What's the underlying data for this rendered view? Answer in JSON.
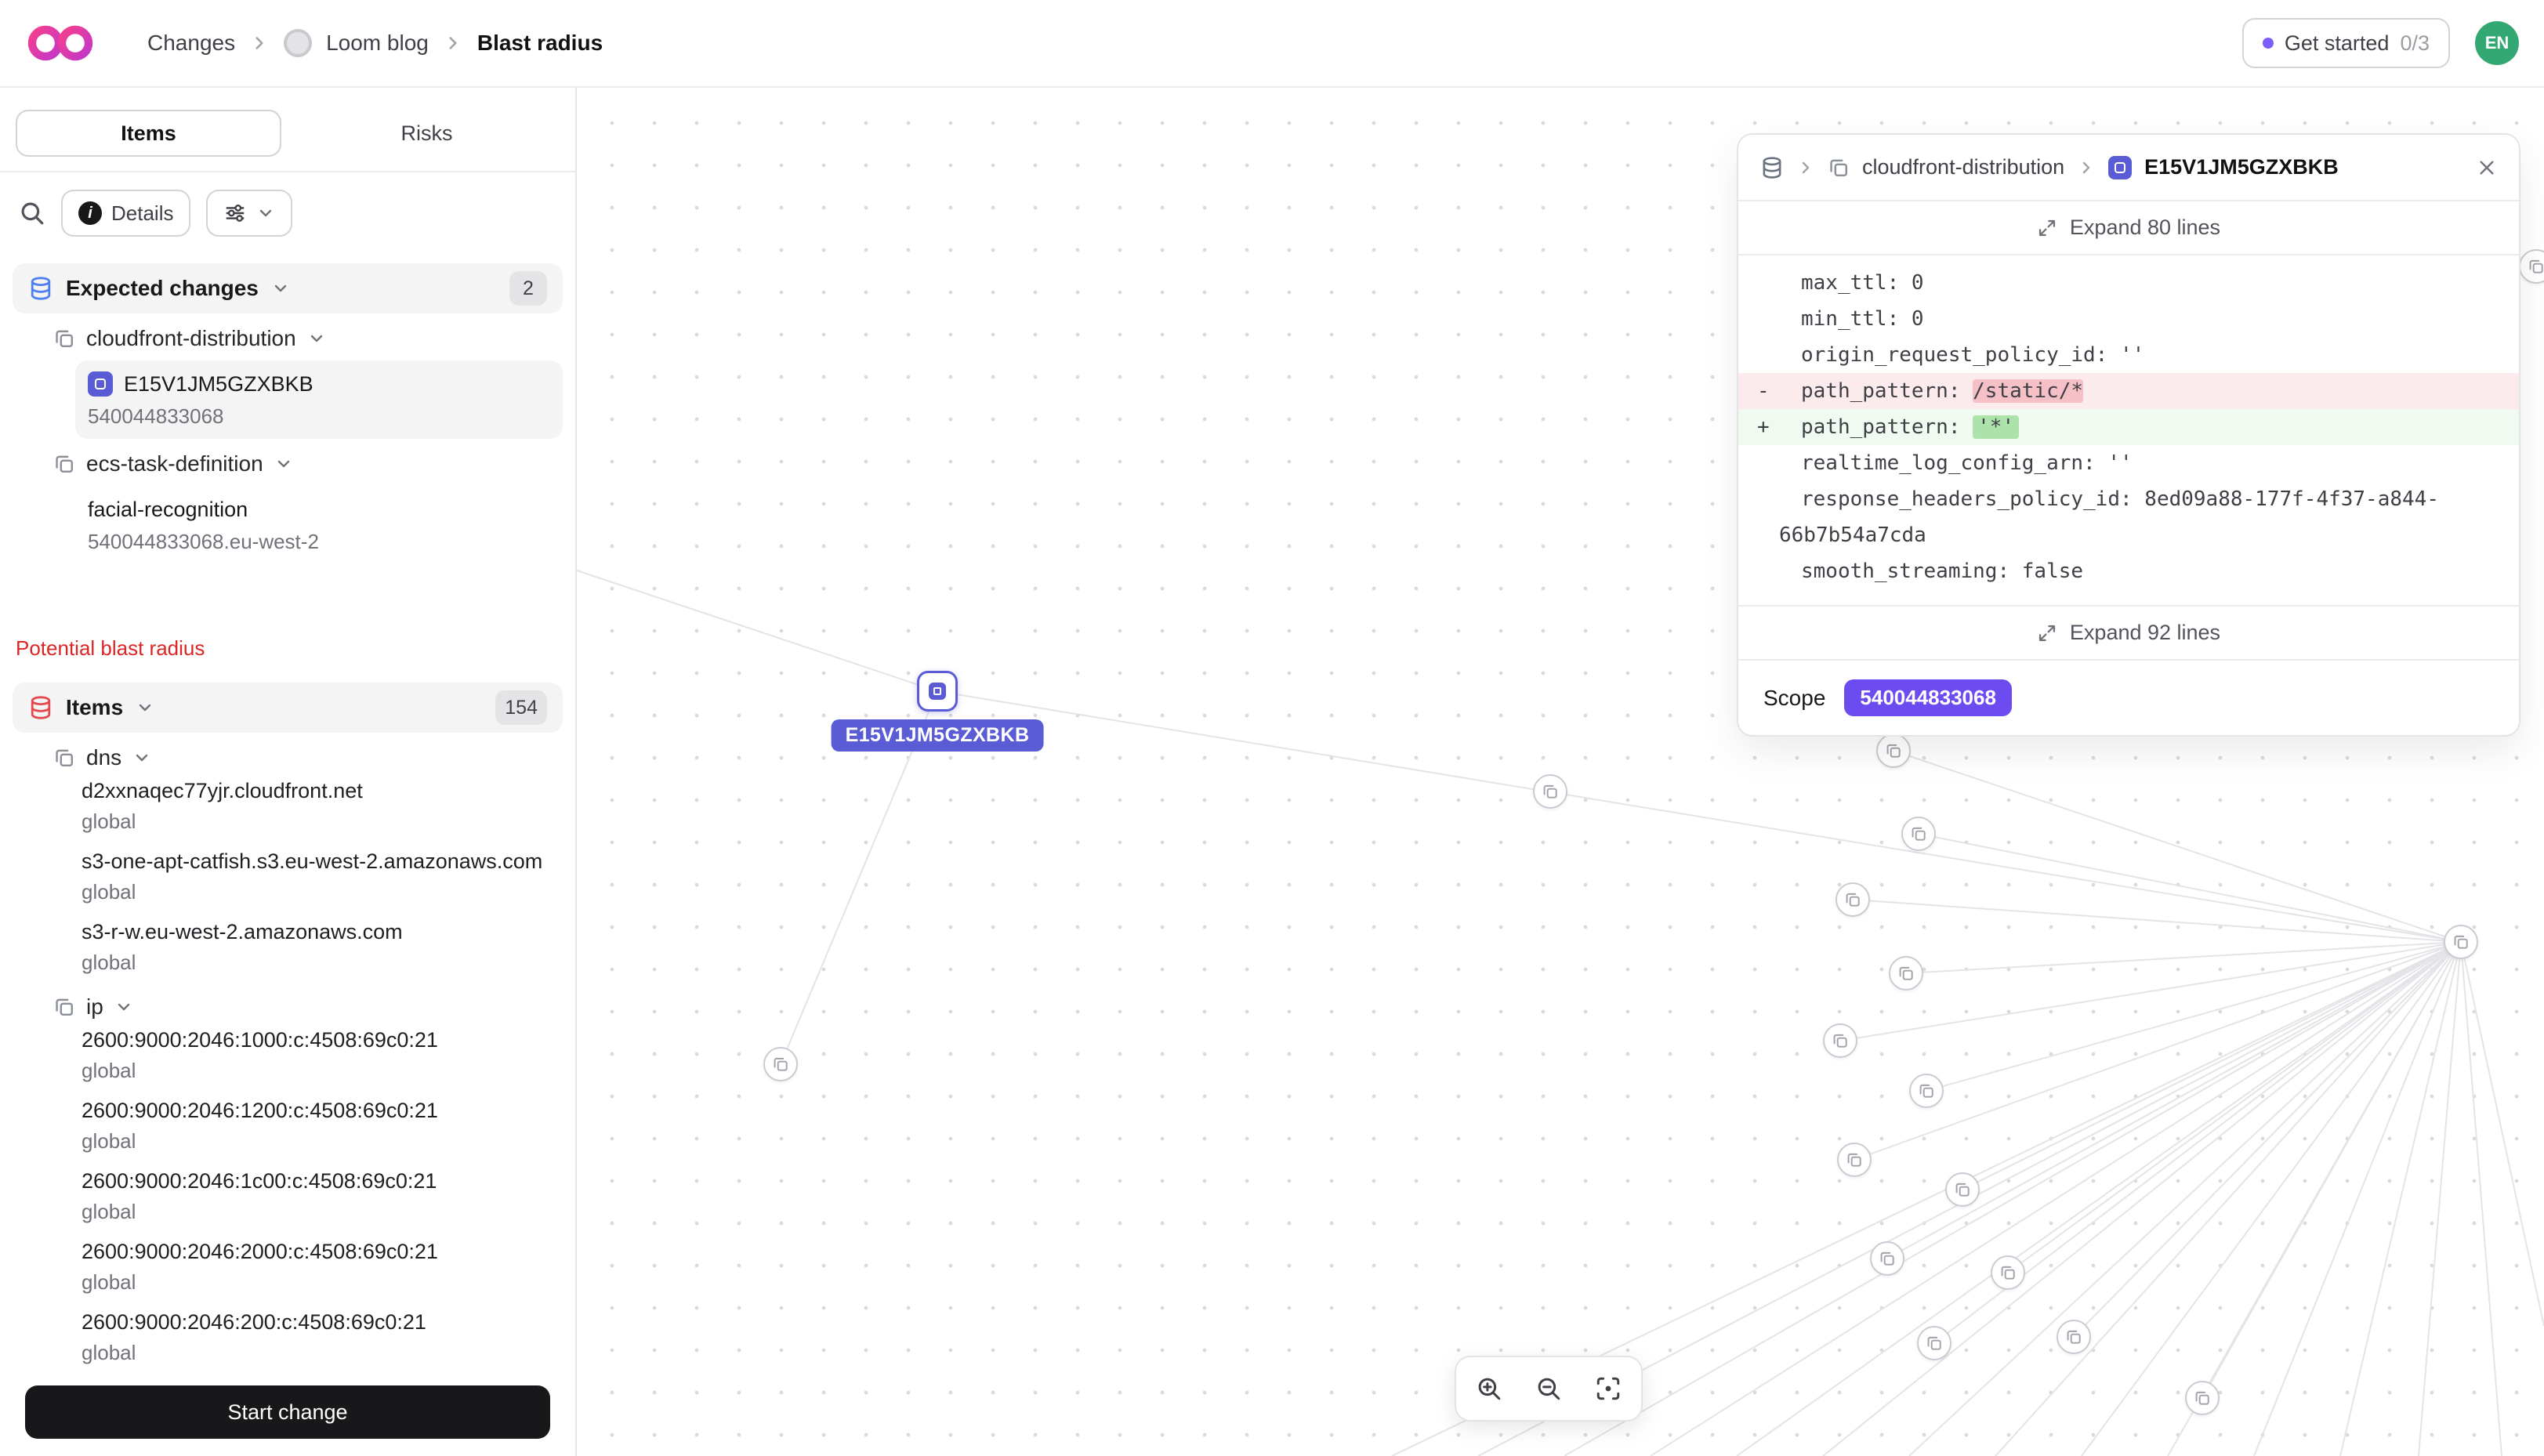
{
  "topbar": {
    "breadcrumb": {
      "level1": "Changes",
      "level2": "Loom blog",
      "level3": "Blast radius"
    },
    "get_started_label": "Get started",
    "get_started_progress": "0/3",
    "avatar_initials": "EN"
  },
  "sidebar": {
    "tab_items": "Items",
    "tab_risks": "Risks",
    "details_button": "Details",
    "expected": {
      "title": "Expected changes",
      "count": "2",
      "group1_type": "cloudfront-distribution",
      "group1_item_name": "E15V1JM5GZXBKB",
      "group1_item_scope": "540044833068",
      "group2_type": "ecs-task-definition",
      "group2_item_name": "facial-recognition",
      "group2_item_scope": "540044833068.eu-west-2"
    },
    "blast_radius_label": "Potential blast radius",
    "items": {
      "title": "Items",
      "count": "154",
      "dns_label": "dns",
      "dns": [
        {
          "name": "d2xxnaqec77yjr.cloudfront.net",
          "scope": "global"
        },
        {
          "name": "s3-one-apt-catfish.s3.eu-west-2.amazonaws.com",
          "scope": "global"
        },
        {
          "name": "s3-r-w.eu-west-2.amazonaws.com",
          "scope": "global"
        }
      ],
      "ip_label": "ip",
      "ip": [
        {
          "name": "2600:9000:2046:1000:c:4508:69c0:21",
          "scope": "global"
        },
        {
          "name": "2600:9000:2046:1200:c:4508:69c0:21",
          "scope": "global"
        },
        {
          "name": "2600:9000:2046:1c00:c:4508:69c0:21",
          "scope": "global"
        },
        {
          "name": "2600:9000:2046:2000:c:4508:69c0:21",
          "scope": "global"
        },
        {
          "name": "2600:9000:2046:200:c:4508:69c0:21",
          "scope": "global"
        }
      ]
    },
    "start_change_label": "Start change"
  },
  "canvas": {
    "selected_node_label": "E15V1JM5GZXBKB"
  },
  "panel": {
    "type_crumb": "cloudfront-distribution",
    "item_crumb": "E15V1JM5GZXBKB",
    "expand_top": "Expand 80 lines",
    "expand_bottom": "Expand 92 lines",
    "code": {
      "l1": "max_ttl: 0",
      "l2": "min_ttl: 0",
      "l3": "origin_request_policy_id: ''",
      "removed_sign": "-",
      "removed_pre": "path_pattern: ",
      "removed_token": "/static/*",
      "added_sign": "+",
      "added_pre": "path_pattern: ",
      "added_token": "'*'",
      "l6": "realtime_log_config_arn: ''",
      "l7": "response_headers_policy_id: 8ed09a88-177f-4f37-a844-66b7b54a7cda",
      "l8": "smooth_streaming: false"
    },
    "scope_label": "Scope",
    "scope_value": "540044833068"
  },
  "colors": {
    "accent_purple": "#5a5cd6",
    "scope_badge_purple": "#6c4cf1",
    "blast_radius_red": "#dc2626",
    "avatar_green": "#34a873",
    "diff_removed_bg": "#fbebed",
    "diff_added_bg": "#f1faf1"
  }
}
